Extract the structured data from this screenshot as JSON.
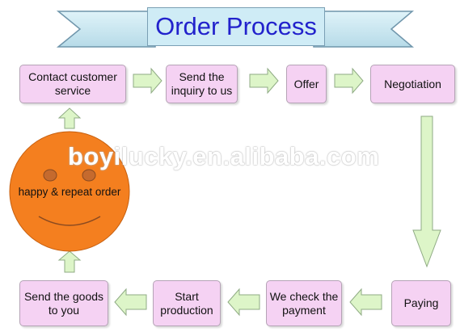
{
  "title": "Order Process",
  "steps": {
    "contact": "Contact customer service",
    "inquiry": "Send the inquiry to us",
    "offer": "Offer",
    "negotiation": "Negotiation",
    "paying": "Paying",
    "check_payment": "We check the payment",
    "production": "Start production",
    "send_goods": "Send the goods to you"
  },
  "smiley_label": "happy & repeat order",
  "watermark": "boyilucky.en.alibaba.com",
  "colors": {
    "box_fill": "#f5d2f3",
    "arrow_fill": "#ddf5c8",
    "smiley_fill": "#f47f1f",
    "title_text": "#2222cc",
    "banner_fill": "#cfecf6"
  }
}
